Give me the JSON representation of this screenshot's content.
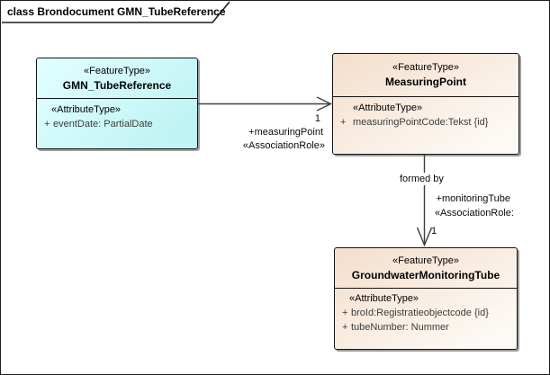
{
  "frame": {
    "title": "class Brondocument GMN_TubeReference"
  },
  "colors": {
    "class_fill_cyan": "#CCFFFF",
    "class_fill_tan": "#F4DECB",
    "box_border": "#141414",
    "connector_line": "#3F3F3F",
    "attribute_text": "#3C3C3C"
  },
  "classes": [
    {
      "stereotype": "«FeatureType»",
      "name": "GMN_TubeReference",
      "attr_header": "«AttributeType»",
      "attributes": [
        {
          "visibility": "+",
          "text": "eventDate: PartialDate"
        }
      ]
    },
    {
      "stereotype": "«FeatureType»",
      "name": "MeasuringPoint",
      "attr_header": "«AttributeType»",
      "attributes": [
        {
          "visibility": "+",
          "text": "measuringPointCode:Tekst {id}"
        }
      ]
    },
    {
      "stereotype": "«FeatureType»",
      "name": "GroundwaterMonitoringTube",
      "attr_header": "«AttributeType»",
      "attributes": [
        {
          "visibility": "+",
          "text": "broId:Registratieobjectcode {id}"
        },
        {
          "visibility": "+",
          "text": "tubeNumber: Nummer"
        }
      ]
    }
  ],
  "associations": [
    {
      "target_multiplicity": "1",
      "role": "+measuringPoint",
      "stereotype": "«AssociationRole»"
    },
    {
      "name": "formed by",
      "role": "+monitoringTube",
      "stereotype": "«AssociationRole:",
      "target_multiplicity": "1"
    }
  ]
}
